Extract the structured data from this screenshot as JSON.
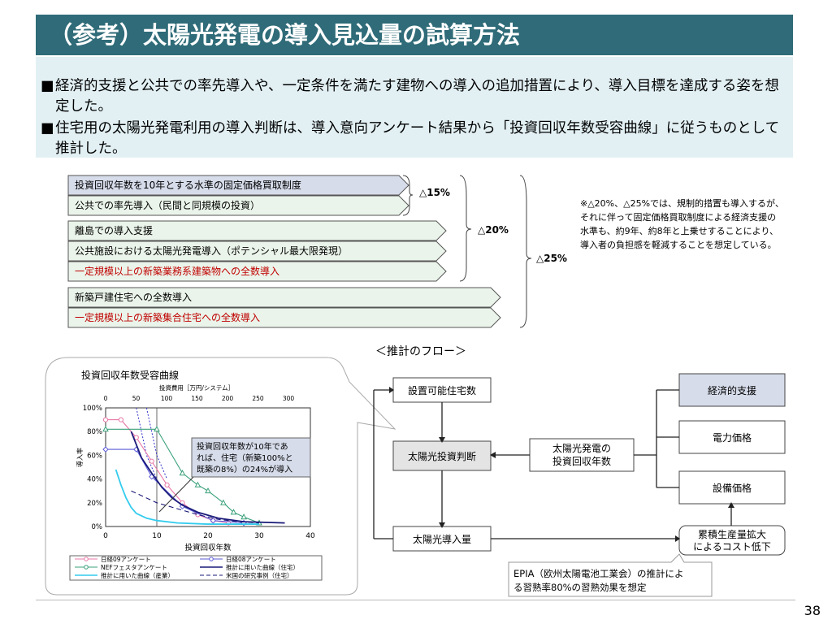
{
  "title": "（参考）太陽光発電の導入見込量の試算方法",
  "bullets": [
    "経済的支援と公共での率先導入や、一定条件を満たす建物への導入の追加措置により、導入目標を達成する姿を想定した。",
    "住宅用の太陽光発電利用の導入判断は、導入意向アンケート結果から「投資回収年数受容曲線」に従うものとして推計した。"
  ],
  "bullet_mark": "■",
  "measures": [
    {
      "label": "投資回収年数を10年とする水準の固定価格買取制度",
      "red": false
    },
    {
      "label": "公共での率先導入（民間と同規模の投資）",
      "red": false
    },
    {
      "label": "離島での導入支援",
      "red": false
    },
    {
      "label": "公共施設における太陽光発電導入（ポテンシャル最大限発現）",
      "red": false
    },
    {
      "label": "一定規模以上の新築業務系建築物への全数導入",
      "red": true
    },
    {
      "label": "新築戸建住宅への全数導入",
      "red": false
    },
    {
      "label": "一定規模以上の新築集合住宅への全数導入",
      "red": true
    }
  ],
  "brackets": {
    "b15": "△15%",
    "b20": "△20%",
    "b25": "△25%"
  },
  "side_note": "※△20%、△25%では、規制的措置も導入するが、それに伴って固定価格買取制度による経済支援の水準も、約9年、約8年と上乗せすることにより、導入者の負担感を軽減することを想定している。",
  "flow": {
    "title": "＜推計のフロー＞",
    "installable": "設置可能住宅数",
    "judgment": "太陽光投資判断",
    "amount": "太陽光導入量",
    "payback_l1": "太陽光発電の",
    "payback_l2": "投資回収年数",
    "econ": "経済的支援",
    "power": "電力価格",
    "equip": "設備価格",
    "cost_l1": "累積生産量拡大",
    "cost_l2": "によるコスト低下",
    "epia_l1": "EPIA（欧州太陽電池工業会）の推計によ",
    "epia_l2": "る習熟率80%の習熟効果を想定"
  },
  "callout": {
    "l1": "投資回収年数が10年であ",
    "l2": "れば、住宅（新築100%と",
    "l3": "既築の8%）の24%が導入"
  },
  "page_number": "38",
  "chart_data": {
    "type": "line",
    "title": "投資回収年数受容曲線",
    "xlabel": "投資回収年数",
    "ylabel": "導入率",
    "x2label": "投資費用［万円/システム］",
    "xlim": [
      0,
      40
    ],
    "ylim": [
      0,
      100
    ],
    "x_ticks": [
      "0",
      "10",
      "20",
      "30",
      "40"
    ],
    "y_ticks": [
      "0%",
      "20%",
      "40%",
      "60%",
      "80%",
      "100%"
    ],
    "x2_ticks": [
      "0",
      "50",
      "100",
      "150",
      "200",
      "250",
      "300"
    ],
    "grid": false,
    "series": [
      {
        "name": "日経09アンケート",
        "color": "#e879a8",
        "style": "marker-circle",
        "x": [
          0,
          3,
          6,
          9,
          12,
          15,
          18,
          21,
          24
        ],
        "y": [
          90,
          90,
          75,
          55,
          35,
          20,
          10,
          5,
          3
        ]
      },
      {
        "name": "日経08アンケート",
        "color": "#5b5bd6",
        "style": "marker-diamond",
        "x": [
          0,
          6,
          9,
          15,
          21,
          27
        ],
        "y": [
          65,
          65,
          42,
          17,
          5,
          3
        ]
      },
      {
        "name": "NEFフェスタアンケート",
        "color": "#3aa07a",
        "style": "marker-triangle",
        "x": [
          0,
          10,
          15,
          18,
          20,
          23,
          25,
          27,
          30
        ],
        "y": [
          82,
          82,
          45,
          35,
          30,
          20,
          12,
          8,
          3
        ]
      },
      {
        "name": "推計に用いた曲線（住宅）",
        "color": "#1a1a7a",
        "style": "solid",
        "x": [
          5,
          7,
          9,
          11,
          13,
          15,
          18,
          22,
          27,
          35
        ],
        "y": [
          80,
          58,
          45,
          33,
          24,
          18,
          12,
          7,
          4,
          3
        ]
      },
      {
        "name": "推計に用いた曲線（産業）",
        "color": "#33ccee",
        "style": "solid",
        "x": [
          2,
          3,
          4,
          5,
          6,
          8,
          10,
          14,
          20,
          30
        ],
        "y": [
          48,
          35,
          24,
          16,
          11,
          7,
          5,
          3,
          2,
          2
        ]
      },
      {
        "name": "米国の研究事例（住宅）",
        "color": "#1a1a7a",
        "style": "dashed",
        "x": [
          5,
          10,
          14,
          18,
          22,
          26,
          30
        ],
        "y": [
          30,
          20,
          15,
          10,
          6,
          4,
          3
        ]
      }
    ],
    "dotted_series": [
      {
        "color": "#3333cc",
        "x": [
          6,
          7,
          8,
          10
        ],
        "y": [
          100,
          80,
          60,
          40
        ]
      },
      {
        "color": "#3333cc",
        "x": [
          8,
          9,
          10,
          12
        ],
        "y": [
          100,
          80,
          60,
          40
        ]
      }
    ]
  }
}
